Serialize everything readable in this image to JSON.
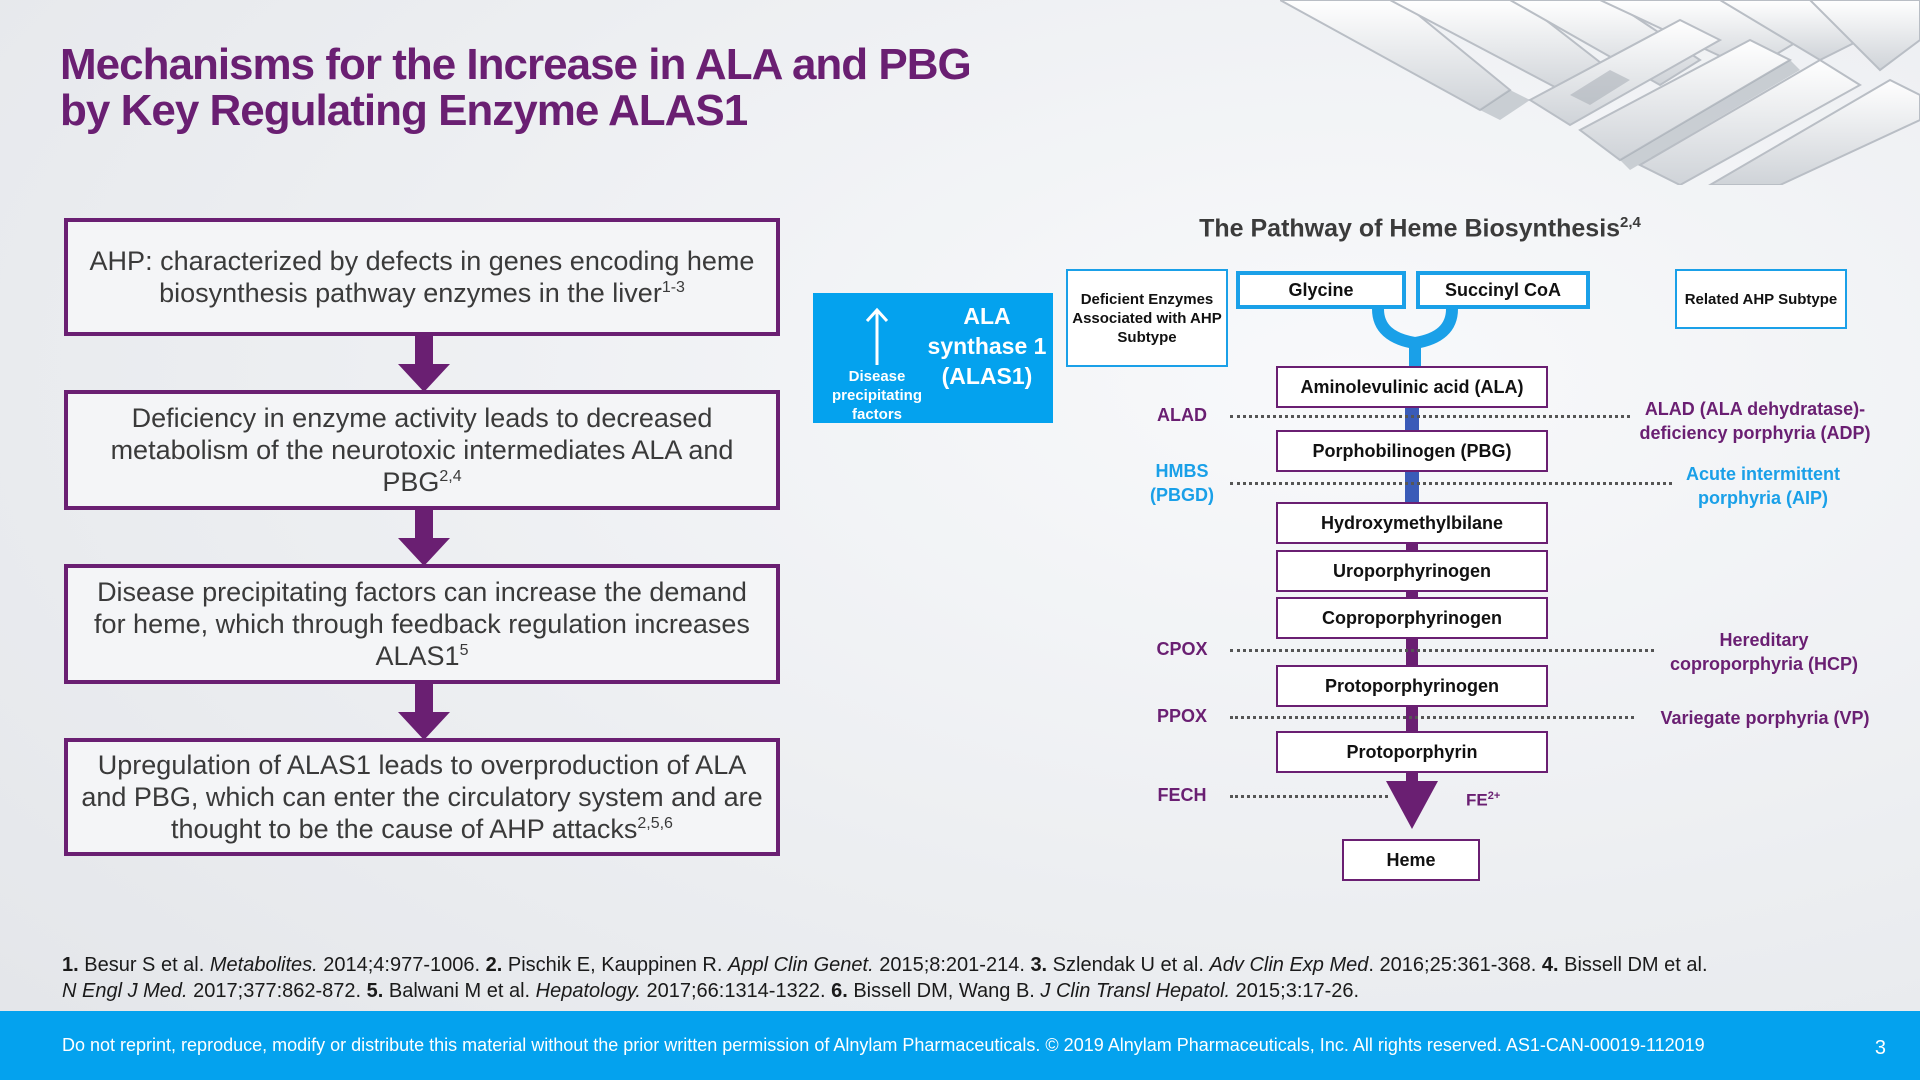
{
  "title": {
    "line1": "Mechanisms for the Increase in ALA and PBG",
    "line2": "by Key Regulating Enzyme ALAS1"
  },
  "flow": [
    {
      "text": "AHP: characterized by defects in genes encoding heme biosynthesis pathway enzymes in the liver",
      "ref": "1-3"
    },
    {
      "text": "Deficiency in enzyme activity leads to decreased metabolism of the neurotoxic intermediates ALA and PBG",
      "ref": "2,4"
    },
    {
      "text": "Disease precipitating factors can increase the demand for heme, which through feedback regulation increases ALAS1",
      "ref": "5"
    },
    {
      "text": "Upregulation of ALAS1 leads to overproduction of ALA and PBG, which can enter the circulatory system and are thought to be the cause of AHP attacks",
      "ref": "2,5,6"
    }
  ],
  "alas": {
    "factors": "Disease precipitating factors",
    "name": "ALA synthase 1 (ALAS1)"
  },
  "pathway": {
    "title": "The Pathway of Heme Biosynthesis",
    "title_ref": "2,4",
    "left_header": "Deficient Enzymes Associated with AHP Subtype",
    "right_header": "Related AHP Subtype",
    "substrates": [
      "Glycine",
      "Succinyl CoA"
    ],
    "steps": [
      "Aminolevulinic acid (ALA)",
      "Porphobilinogen (PBG)",
      "Hydroxymethylbilane",
      "Uroporphyrinogen",
      "Coproporphyrinogen",
      "Protoporphyrinogen",
      "Protoporphyrin"
    ],
    "final": "Heme",
    "fe_label": "FE",
    "fe_sup": "2+",
    "enzymes": {
      "alad": "ALAD",
      "hmbs": "HMBS (PBGD)",
      "cpox": "CPOX",
      "ppox": "PPOX",
      "fech": "FECH"
    },
    "subtypes": {
      "adp": "ALAD (ALA dehydratase)-deficiency porphyria (ADP)",
      "aip": "Acute intermittent porphyria (AIP)",
      "hcp": "Hereditary coproporphyria (HCP)",
      "vp": "Variegate porphyria (VP)"
    },
    "colors": {
      "purple": "#6a1f72",
      "blue": "#1aa0e8",
      "alas_blue": "#04a2ee"
    }
  },
  "references": [
    [
      {
        "t": "1.",
        "s": "b"
      },
      {
        "t": " Besur S et al. "
      },
      {
        "t": "Metabolites.",
        "s": "i"
      },
      {
        "t": " 2014;4:977-1006. "
      },
      {
        "t": "2.",
        "s": "b"
      },
      {
        "t": " Pischik E, Kauppinen R. "
      },
      {
        "t": "Appl Clin Genet.",
        "s": "i"
      },
      {
        "t": " 2015;8:201-214. "
      },
      {
        "t": "3.",
        "s": "b"
      },
      {
        "t": " Szlendak U et al. "
      },
      {
        "t": "Adv Clin Exp Med",
        "s": "i"
      },
      {
        "t": ". 2016;25:361-368. "
      },
      {
        "t": "4.",
        "s": "b"
      },
      {
        "t": " Bissell DM et al."
      }
    ],
    [
      {
        "t": "N Engl J Med.",
        "s": "i"
      },
      {
        "t": " 2017;377:862-872. "
      },
      {
        "t": "5.",
        "s": "b"
      },
      {
        "t": " Balwani M et al. "
      },
      {
        "t": "Hepatology.",
        "s": "i"
      },
      {
        "t": " 2017;66:1314-1322. "
      },
      {
        "t": "6.",
        "s": "b"
      },
      {
        "t": " Bissell DM, Wang B. "
      },
      {
        "t": "J Clin Transl Hepatol.",
        "s": "i"
      },
      {
        "t": " 2015;3:17-26."
      }
    ]
  ],
  "footer": {
    "text": "Do not reprint, reproduce, modify or distribute this material without the prior written permission of Alnylam Pharmaceuticals. © 2019 Alnylam Pharmaceuticals, Inc.  All rights reserved. AS1-CAN-00019-112019",
    "page": "3"
  }
}
